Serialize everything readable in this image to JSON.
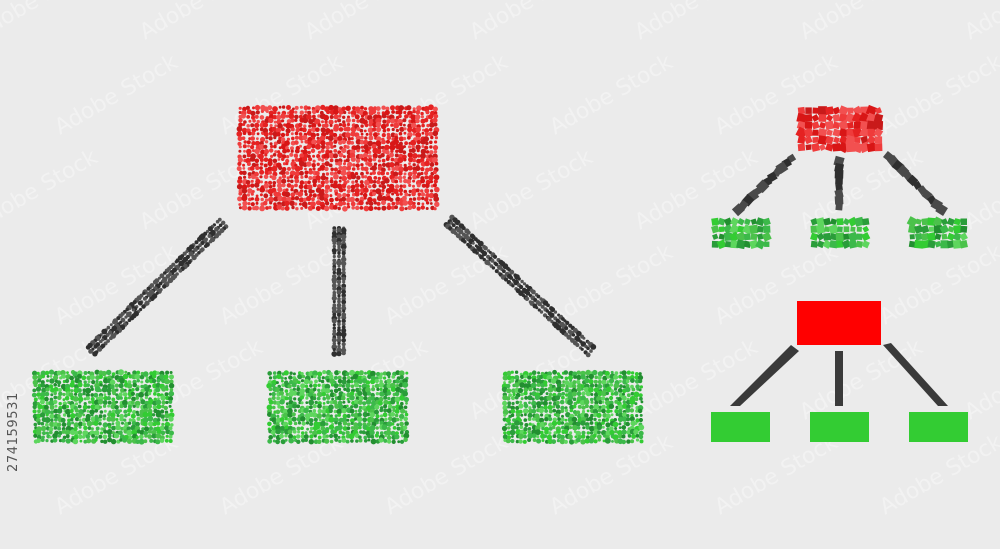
{
  "stock_id": "274159531",
  "watermark_text": "Adobe Stock",
  "colors": {
    "background": "#ebebeb",
    "root": "#ff0000",
    "root_dot": "#e52222",
    "connector": "#3a3a3a",
    "child": "#33cc33",
    "child_dot_dark": "#2a9d3a",
    "child_dot_light": "#5ed65e"
  },
  "icons": [
    {
      "name": "hierarchy-icon-dotted",
      "style": "round-dots"
    },
    {
      "name": "hierarchy-icon-mosaic",
      "style": "square-tiles"
    },
    {
      "name": "hierarchy-icon-solid",
      "style": "flat"
    }
  ]
}
